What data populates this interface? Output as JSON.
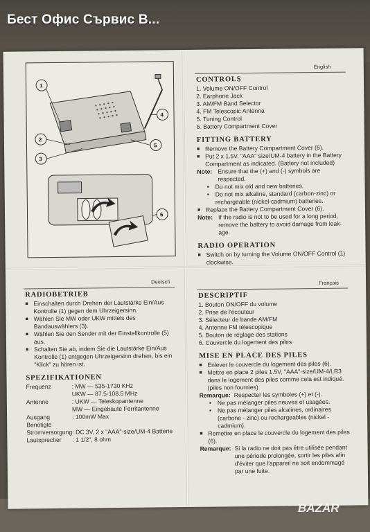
{
  "listing": {
    "title": "Бест Офис Сървис В..."
  },
  "english": {
    "lang": "English",
    "controls_title": "CONTROLS",
    "controls": [
      "1.  Volume ON/OFF Control",
      "2.  Earphone Jack",
      "3.  AM/FM Band Selector",
      "4.  FM Telescopic Antenna",
      "5.  Tuning Control",
      "6.  Battery Compartment Cover"
    ],
    "fitting_title": "FITTING BATTERY",
    "fitting": [
      "Remove the Battery Compartment Cover (6).",
      "Put 2 x 1.5V, \"AAA\" size/UM-4 battery in the Battery Compartment as indicated. (Battery not included)"
    ],
    "note1_label": "Note:",
    "note1_text": "Ensure that the (+) and (-) symbols are respected.",
    "note1_sub": [
      "Do not mix old and new batteries.",
      "Do not mix alkaline, standard (carbon-zinc) or rechargeable (nickel-cadmium) batteries."
    ],
    "replace": "Replace the Battery Compartment Cover (6).",
    "note2_label": "Note:",
    "note2_text": "If the radio is not to be used for a long period, remove the battery to avoid damage from leak-age.",
    "radio_title": "RADIO OPERATION",
    "radio": [
      "Switch on by turning the Volume ON/OFF Control (1) clockwise."
    ]
  },
  "deutsch": {
    "lang": "Deutsch",
    "title": "RADIOBETRIEB",
    "items": [
      "Einschalten durch Drehen der Lautstärke Ein/Aus Kontrolle (1) gegen dem Uhrzeigersinn.",
      "Wählen Sie MW oder UKW mittels des Bandauswählers (3).",
      "Wählen Sie den Sender mit der Einstellkontrolle (5) aus.",
      "Schalten Sie ab, indem Sie die Lautstärke Ein/Aus Kontrolle (1) entgegen Uhrzeigersinn drehen, bis ein \"Klick\" zu hören ist."
    ],
    "spec_title": "SPEZIFIKATIONEN",
    "specs": [
      {
        "k": "Frequenz",
        "v": ": MW — 535-1730 KHz"
      },
      {
        "k": "",
        "v": "  UKW — 87.5-108.5 MHz"
      },
      {
        "k": "Antenne",
        "v": ": UKW — Teleskopantenne"
      },
      {
        "k": "",
        "v": "  MW — Eingebaute Ferritantenne"
      },
      {
        "k": "Ausgang Benötigte",
        "v": ": 100mW Max"
      },
      {
        "k": "Stromversorgung",
        "v": ": DC 3V, 2 x \"AAA\"-size/UM-4 Batterie"
      },
      {
        "k": "Lautsprecher",
        "v": ": 1 1/2\", 8 ohm"
      }
    ]
  },
  "francais": {
    "lang": "Français",
    "title": "DESCRIPTIF",
    "items": [
      "1.  Bouton ON/OFF du volume",
      "2.  Prise de l'écouteur",
      "3.  Sélecteur de bande AM/FM",
      "4.  Antenne FM télescopique",
      "5.  Bouton de réglage des stations",
      "6.  Couvercle du logement des piles"
    ],
    "mise_title": "MISE EN PLACE DES PILES",
    "mise": [
      "Enlever le couvercle du logement des piles (6).",
      "Mettre en place 2 piles 1.5V, \"AAA\"-size/UM-4/LR3 dans le logement des piles comme cela est indiqué. (piles non fournies)"
    ],
    "note1_label": "Remarque:",
    "note1_text": "Respecter les symboles (+) et (-).",
    "note1_sub": [
      "Ne pas mélanger piles neuves et usagées.",
      "Ne pas mélanger piles alcalines, ordinaires (carbone - zinc) ou rechargeables (nickel - cadmium)."
    ],
    "replace": "Remettre en place le couvercle du logement des piles (6).",
    "note2_label": "Remarque:",
    "note2_text": "Si la radio ne doit pas être utilisée pendant une période prolongée, sortir les piles afin d'éviter que l'appareil ne soit endommagé par une fuite."
  },
  "figure": {
    "callouts": [
      "1",
      "2",
      "3",
      "4",
      "5",
      "6"
    ]
  },
  "watermark": "BAZAR"
}
